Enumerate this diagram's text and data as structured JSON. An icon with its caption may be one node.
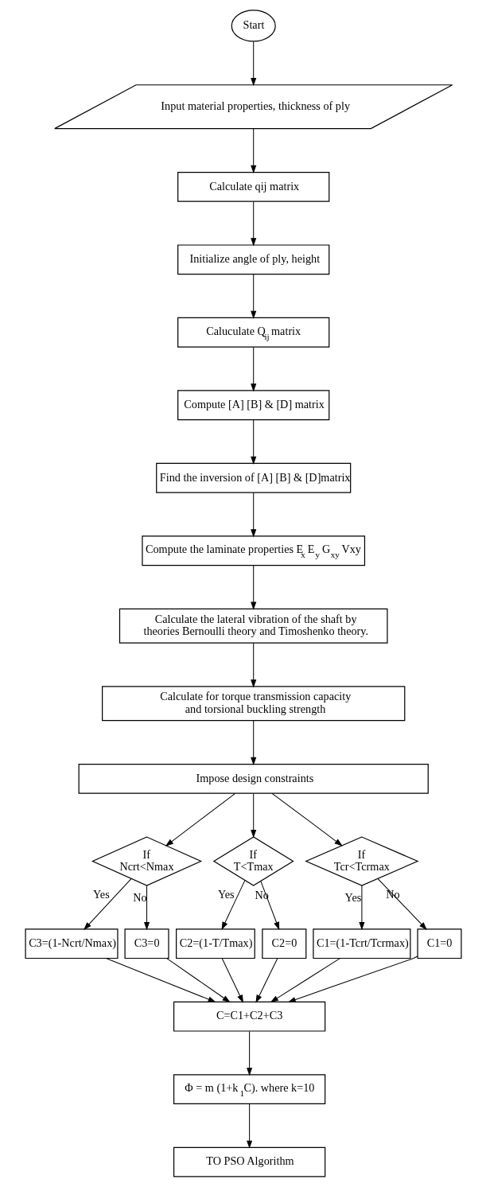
{
  "diagram": {
    "nodes": [
      {
        "text": [
          "Start"
        ]
      },
      {
        "text": [
          "Input material properties, thickness of ply"
        ]
      },
      {
        "text": [
          "Calculate qij matrix"
        ]
      },
      {
        "text": [
          "Initialize angle of ply, height"
        ]
      },
      {
        "text": [
          "Caluculate Q$_{ij}$ matrix"
        ]
      },
      {
        "text": [
          "Compute [A] [B] & [D] matrix"
        ]
      },
      {
        "text": [
          "Find the inversion of [A] [B] & [D]matrix"
        ]
      },
      {
        "text": [
          "Compute the laminate properties E$_{x}$ E$_{y}$ G$_{xy}$ Vxy"
        ]
      },
      {
        "text": [
          "Calculate the lateral vibration of the shaft by theories Bernoulli theory and Timoshenko theory."
        ]
      },
      {
        "text": [
          "Calculate for torque transmission capacity and torsional buckling strength"
        ]
      },
      {
        "text": [
          "Impose design constraints"
        ]
      },
      {
        "text": [
          "If Ncrt<Nmax"
        ]
      },
      {
        "text": [
          "If T<Tmax"
        ]
      },
      {
        "text": [
          "If Tcr<Tcrmax"
        ]
      },
      {
        "text": [
          "C3=(1-Ncrt/Nmax)"
        ]
      },
      {
        "text": [
          "C3=0"
        ]
      },
      {
        "text": [
          "C2=(1-T/Tmax)"
        ]
      },
      {
        "text": [
          "C2=0"
        ]
      },
      {
        "text": [
          "C1=(1-Tcrt/Tcrmax)"
        ]
      },
      {
        "text": [
          "C1=0"
        ]
      },
      {
        "text": [
          "C=C1+C2+C3"
        ]
      },
      {
        "text": [
          "Φ = m (1+k$_{1}$C). where k=10"
        ]
      },
      {
        "text": [
          "TO PSO Algorithm"
        ]
      }
    ],
    "edges": [
      {
        "from": 0,
        "to": 1,
        "arrow": "to"
      },
      {
        "from": 1,
        "to": 2,
        "arrow": "to"
      },
      {
        "from": 2,
        "to": 3,
        "arrow": "to"
      },
      {
        "from": 3,
        "to": 4,
        "arrow": "to"
      },
      {
        "from": 4,
        "to": 5,
        "arrow": "to"
      },
      {
        "from": 5,
        "to": 6,
        "arrow": "to"
      },
      {
        "from": 6,
        "to": 7,
        "arrow": "to"
      },
      {
        "from": 7,
        "to": 8,
        "arrow": "to"
      },
      {
        "from": 8,
        "to": 9,
        "arrow": "to"
      },
      {
        "from": 9,
        "to": 10,
        "arrow": "to"
      },
      {
        "from": 10,
        "to": 11,
        "arrow": "to"
      },
      {
        "from": 10,
        "to": 12,
        "arrow": "to"
      },
      {
        "from": 10,
        "to": 13,
        "arrow": "to"
      },
      {
        "from": 11,
        "to": 14,
        "arrow": "to",
        "label": "Yes"
      },
      {
        "from": 11,
        "to": 15,
        "arrow": "to",
        "label": "No"
      },
      {
        "from": 12,
        "to": 16,
        "arrow": "to",
        "label": "Yes"
      },
      {
        "from": 12,
        "to": 17,
        "arrow": "to",
        "label": "No"
      },
      {
        "from": 13,
        "to": 18,
        "arrow": "to",
        "label": "Yes"
      },
      {
        "from": 13,
        "to": 19,
        "arrow": "to",
        "label": "No"
      },
      {
        "from": 14,
        "to": 20,
        "arrow": "to"
      },
      {
        "from": 15,
        "to": 20,
        "arrow": "to"
      },
      {
        "from": 16,
        "to": 20,
        "arrow": "to"
      },
      {
        "from": 17,
        "to": 20,
        "arrow": "to"
      },
      {
        "from": 18,
        "to": 20,
        "arrow": "to"
      },
      {
        "from": 19,
        "to": 20,
        "arrow": "to"
      },
      {
        "from": 20,
        "to": 21,
        "arrow": "to"
      },
      {
        "from": 21,
        "to": 22,
        "arrow": "to"
      }
    ]
  }
}
